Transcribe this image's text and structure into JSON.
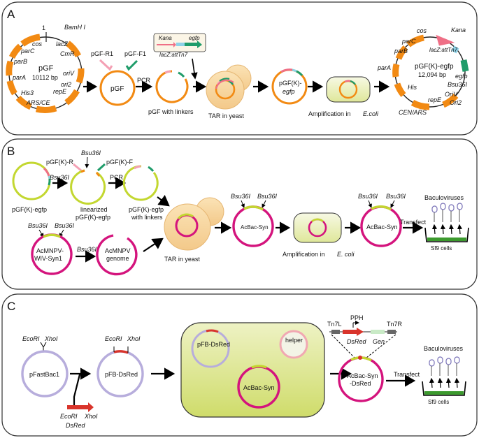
{
  "panels": {
    "A": {
      "letter": "A",
      "pgf_map": {
        "name": "pGF",
        "size": "10112 bp",
        "labels": [
          "1",
          "BamH I",
          "cos",
          "lacZ",
          "CmR",
          "parC",
          "parB",
          "parA",
          "oriV",
          "ori2",
          "repE",
          "His3",
          "ARS/CE"
        ]
      },
      "primers": {
        "r1": "pGF-R1",
        "f1": "pGF-F1"
      },
      "pgf_small": "pGF",
      "pcr": "PCR",
      "with_linkers": "pGF with linkers",
      "insert": {
        "kana": "Kana",
        "egfp": "egfp",
        "site": "lacZ:attTn7"
      },
      "tar": "TAR in yeast",
      "pgfk_small_1": "pGF(K)-",
      "pgfk_small_2": "egfp",
      "amplification": "Amplification  in",
      "ecoli": "E.coli",
      "final_map": {
        "name": "pGF(K)-egfp",
        "size": "12,094 bp",
        "labels": [
          "cos",
          "Kana",
          "parC",
          "lacZ:attTn7",
          "parB",
          "egfp",
          "parA",
          "Bsu36I",
          "His",
          "OriV",
          "repE",
          "Ori2",
          "CEN/ARS"
        ]
      }
    },
    "B": {
      "letter": "B",
      "bsu": "Bsu36I",
      "pgfk_egfp": "pGF(K)-egfp",
      "primer_r": "pGF(K)-R",
      "primer_f": "pGF(K)-F",
      "linearized_1": "linearized",
      "linearized_2": "pGF(K)-egfp",
      "pcr": "PCR",
      "with_linkers_1": "pGF(K)-egfp",
      "with_linkers_2": "with linkers",
      "acmnpv_1": "AcMNPV-",
      "acmnpv_2": "WIV-Syn1",
      "genome_1": "AcMNPV",
      "genome_2": "genome",
      "tar": "TAR in yeast",
      "acbac": "AcBac-Syn",
      "amplification": "Amplification  in",
      "ecoli": "E. coli",
      "transfect": "Transfect",
      "baculoviruses": "Baculoviruses",
      "sf9": "Sf9 cells"
    },
    "C": {
      "letter": "C",
      "ecori": "EcoRI",
      "xhoi": "XhoI",
      "pfastbac": "pFastBac1",
      "dsred": "DsRed",
      "pfb_dsred": "pFB-DsRed",
      "helper": "helper",
      "acbac": "AcBac-Syn",
      "tn7l": "Tn7L",
      "tn7r": "Tn7R",
      "pph": "PPH",
      "gen": "Gen",
      "acbac_dsred_1": "AcBac-Syn",
      "acbac_dsred_2": "-DsRed",
      "transfect": "Transfect",
      "baculoviruses": "Baculoviruses",
      "sf9": "Sf9 cells"
    }
  },
  "colors": {
    "orange": "#f28a13",
    "lime": "#c3d730",
    "magenta": "#d4147d",
    "lavender": "#b7addc",
    "yeast": "#f8d9a5",
    "ecoli_fill": "#eef3c8",
    "green_box": "#d9e685"
  }
}
